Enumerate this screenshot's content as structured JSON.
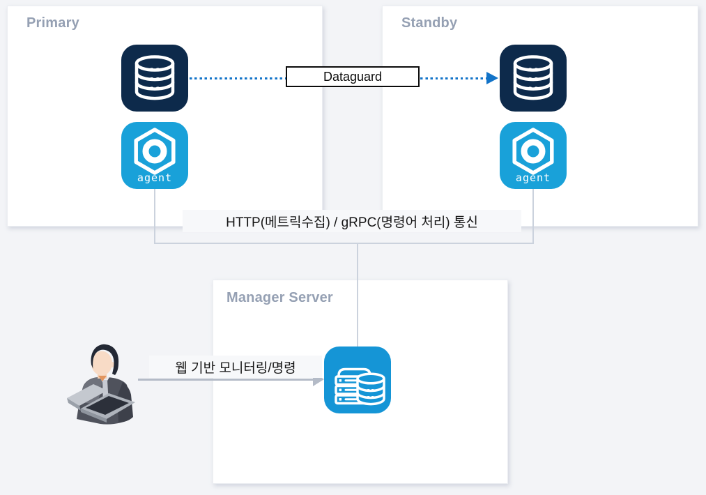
{
  "page": {
    "type": "architecture-diagram"
  },
  "groups": {
    "primary": {
      "title": "Primary"
    },
    "standby": {
      "title": "Standby"
    },
    "manager": {
      "title": "Manager Server"
    }
  },
  "nodes": {
    "primary_database": {
      "icon": "database-icon"
    },
    "primary_agent": {
      "icon": "agent-hexagon-icon",
      "label": "agent"
    },
    "standby_database": {
      "icon": "database-icon"
    },
    "standby_agent": {
      "icon": "agent-hexagon-icon",
      "label": "agent"
    },
    "manager_server": {
      "icon": "server-database-icon"
    },
    "user": {
      "icon": "person-laptop-icon"
    }
  },
  "connections": {
    "dataguard": {
      "label": "Dataguard",
      "style": "dotted-blue-arrow",
      "from": "primary_database",
      "to": "standby_database"
    },
    "agent_comm": {
      "label": "HTTP(메트릭수집) / gRPC(명령어 처리) 통신",
      "style": "gray-connector",
      "from": "agents",
      "to": "manager_server"
    },
    "web_command": {
      "label": "웹 기반 모니터링/명령",
      "style": "gray-arrow",
      "from": "user",
      "to": "manager_server"
    }
  },
  "colors": {
    "background": "#f3f4f7",
    "panel": "#ffffff",
    "panel_title": "#95a0b3",
    "database_icon_bg": "#0d2a4b",
    "agent_icon_bg": "#19a1d9",
    "manager_icon_bg": "#1595d6",
    "dataguard_blue": "#1273c8",
    "connector_gray": "#cbd2dd",
    "arrow_gray": "#b4bbc7",
    "label_text": "#151515"
  }
}
